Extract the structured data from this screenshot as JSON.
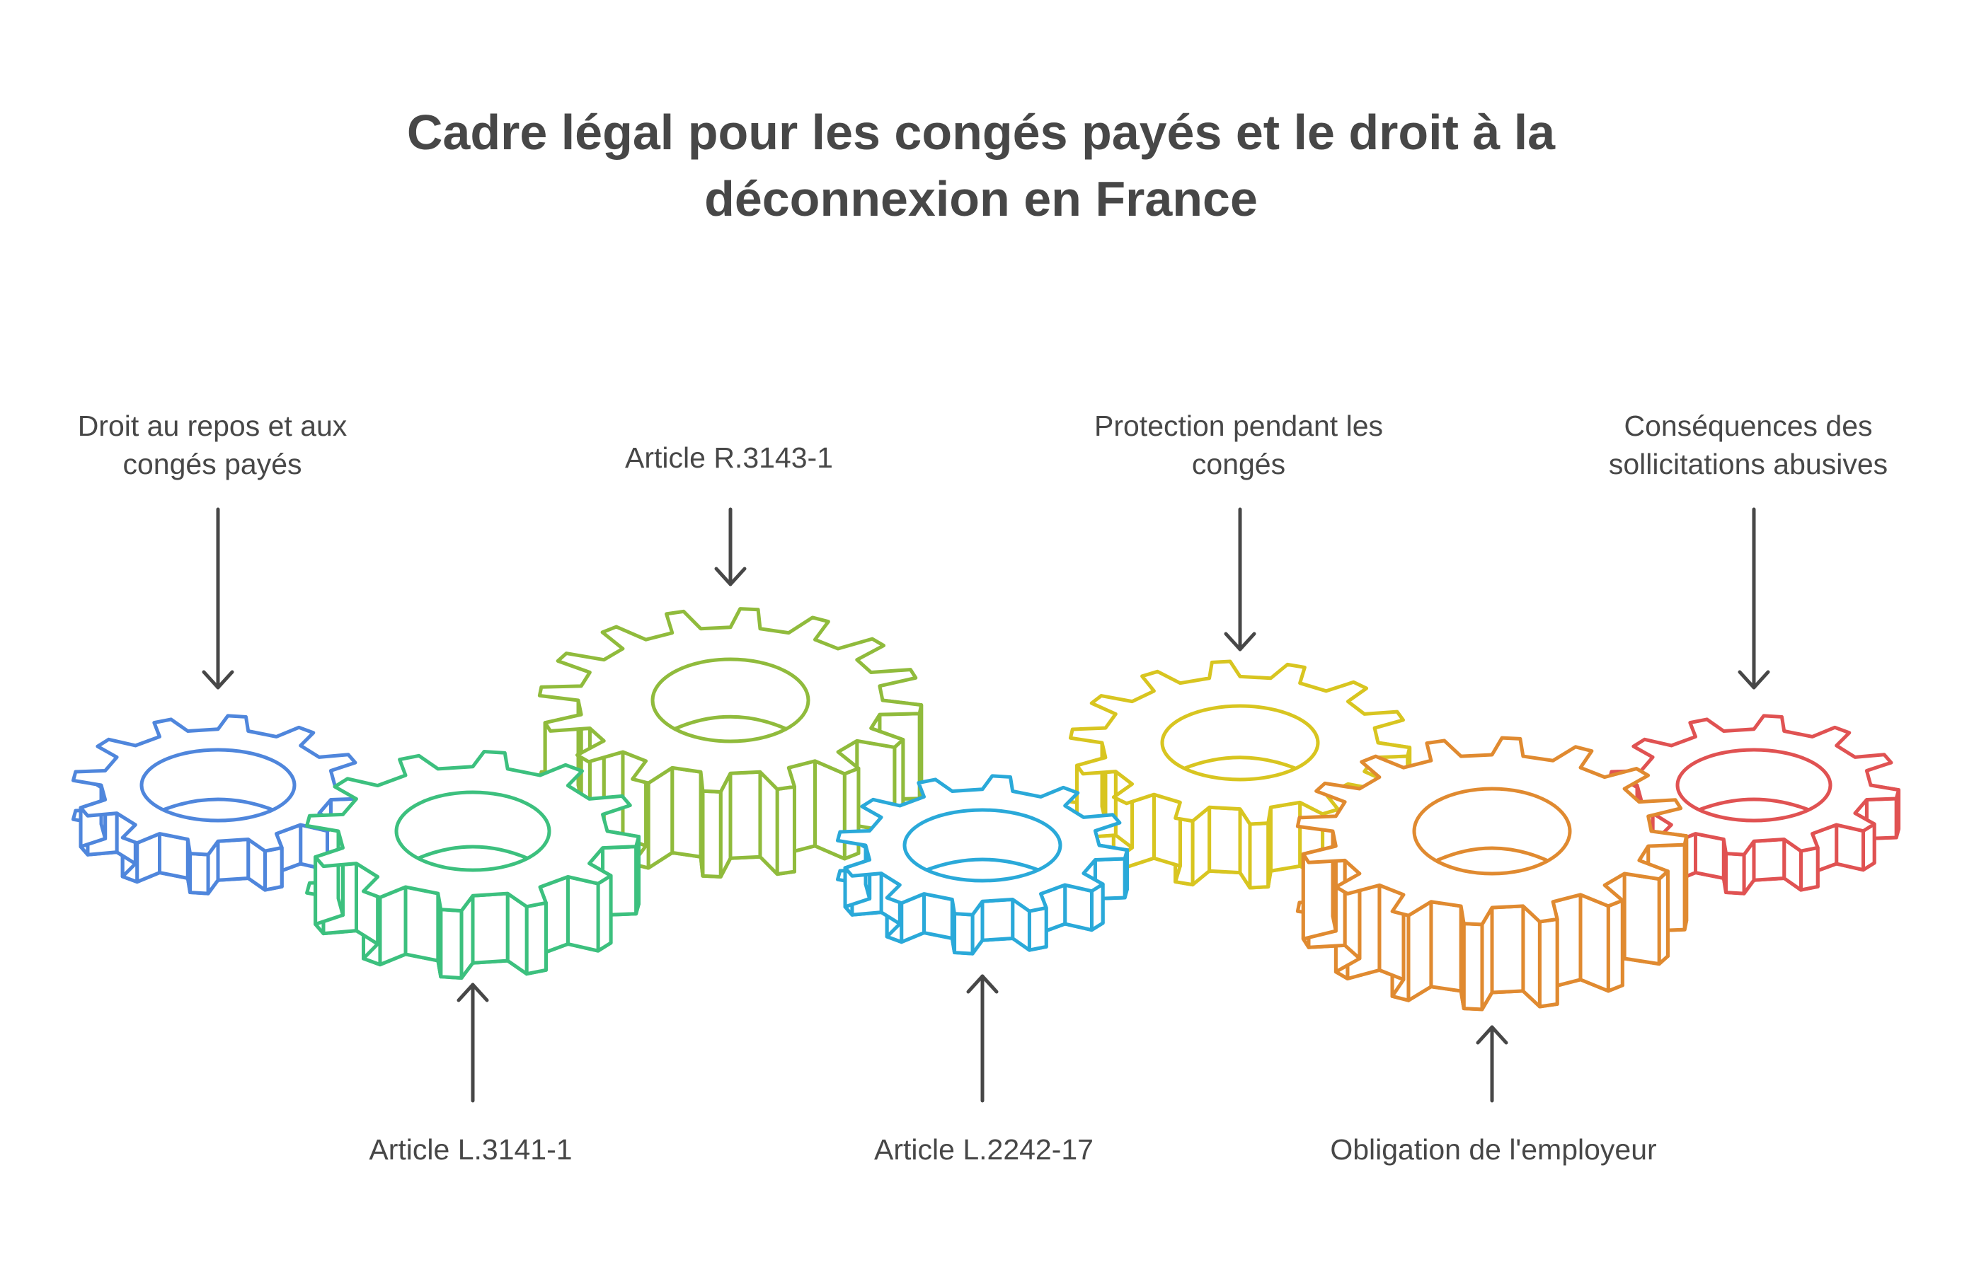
{
  "title_line1": "Cadre légal pour les congés payés et le droit à la",
  "title_line2": "déconnexion en France",
  "labels": {
    "droit_repos_l1": "Droit au repos et aux",
    "droit_repos_l2": "congés payés",
    "article_r3143": "Article R.3143-1",
    "protection_l1": "Protection pendant les",
    "protection_l2": "congés",
    "consequences_l1": "Conséquences des",
    "consequences_l2": "sollicitations abusives",
    "article_l3141": "Article L.3141-1",
    "article_l2242": "Article L.2242-17",
    "obligation": "Obligation de l'employeur"
  },
  "colors": {
    "blue": "#4f86dc",
    "green": "#3cc07e",
    "olive": "#90bb3c",
    "cyan": "#2aa9d9",
    "yellow": "#d8c520",
    "orange": "#e08a30",
    "red": "#e05252",
    "text": "#474747"
  }
}
